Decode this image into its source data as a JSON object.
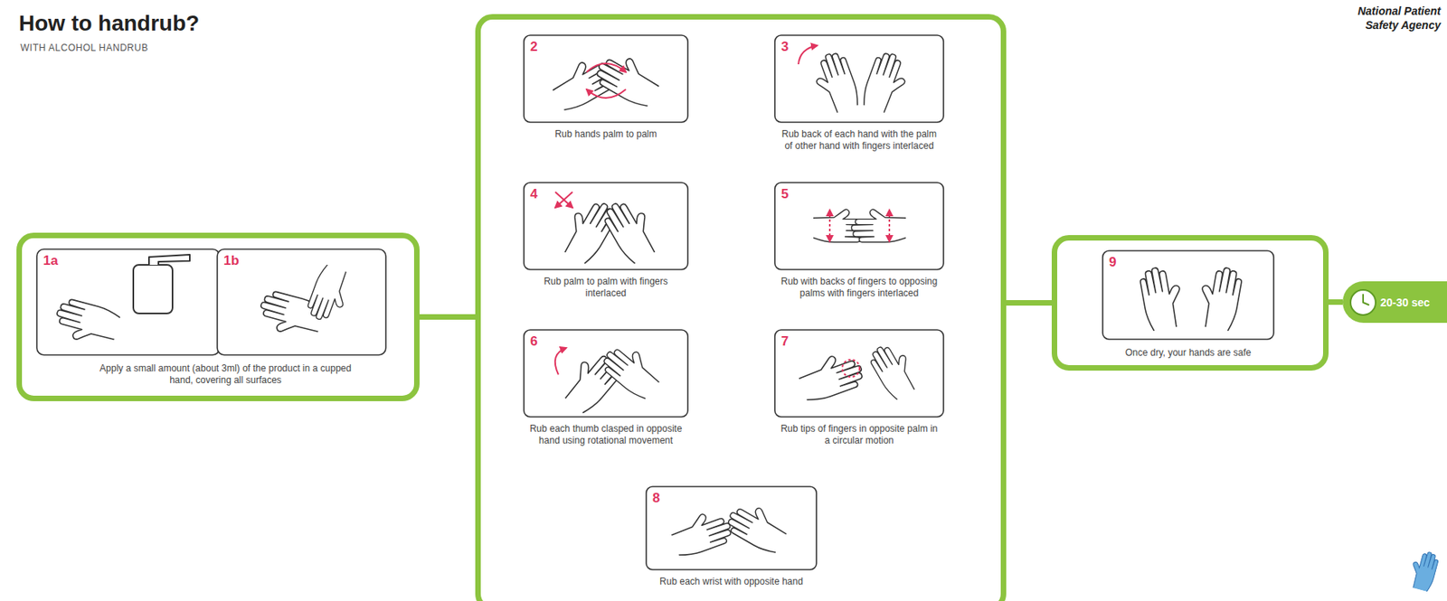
{
  "diagram": {
    "title": "How to handrub?",
    "nodes": [
      {
        "text": [
          "1a",
          "1b",
          "Apply a small amount (about 3ml) of the product in a cupped hand, covering all surfaces"
        ]
      },
      {
        "text": []
      },
      {
        "text": [
          "2",
          "Rub hands palm to palm"
        ],
        "in": 1
      },
      {
        "text": [
          "3",
          "Rub back of each hand with the palm of other hand with fingers interlaced"
        ],
        "in": 1
      },
      {
        "text": [
          "4",
          "Rub palm to palm with fingers interlaced"
        ],
        "in": 1
      },
      {
        "text": [
          "5",
          "Rub with backs of fingers to opposing palms with fingers interlaced"
        ],
        "in": 1
      },
      {
        "text": [
          "6",
          "Rub each thumb clasped in opposite hand using rotational movement"
        ],
        "in": 1
      },
      {
        "text": [
          "7",
          "Rub tips of fingers in opposite palm in a circular motion"
        ],
        "in": 1
      },
      {
        "text": [
          "8",
          "Rub each wrist with opposite hand"
        ],
        "in": 1
      },
      {
        "text": [
          "9",
          "Once dry, your hands are safe"
        ]
      },
      {
        "text": [
          "20-30 sec"
        ]
      }
    ],
    "edges": [
      {
        "from": 0,
        "to": 1,
        "arrow": "none"
      },
      {
        "from": 1,
        "to": 9,
        "arrow": "none"
      },
      {
        "from": 9,
        "to": 10,
        "arrow": "none"
      }
    ],
    "labels": [
      "WITH ALCOHOL HANDRUB",
      "National Patient",
      "Safety Agency"
    ]
  }
}
